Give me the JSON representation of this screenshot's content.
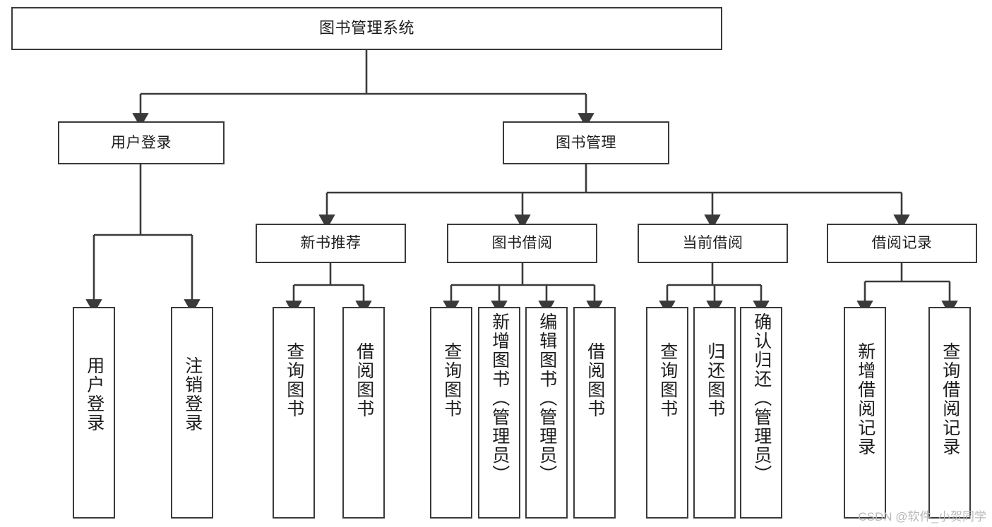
{
  "diagram": {
    "type": "tree",
    "title": "图书管理系统",
    "orientation": "top-down",
    "colors": {
      "background": "#ffffff",
      "box_border": "#3a3a3a",
      "box_fill": "#ffffff",
      "text": "#1c1c1c",
      "connector": "#3a3a3a",
      "watermark": "#b9b9b9"
    },
    "levels": {
      "root": "图书管理系统",
      "level1": [
        "用户登录",
        "图书管理"
      ],
      "level2": [
        "新书推荐",
        "图书借阅",
        "当前借阅",
        "借阅记录"
      ]
    },
    "nodes": {
      "root": {
        "label": "图书管理系统"
      },
      "user_login": {
        "label": "用户登录"
      },
      "book_manage": {
        "label": "图书管理"
      },
      "new_book_rec": {
        "label": "新书推荐"
      },
      "book_borrow": {
        "label": "图书借阅"
      },
      "current_borrow": {
        "label": "当前借阅"
      },
      "borrow_record": {
        "label": "借阅记录"
      },
      "leaf_user_login": {
        "label": "用户登录"
      },
      "leaf_logout": {
        "label": "注销登录"
      },
      "leaf_query_book_a": {
        "label": "查询图书"
      },
      "leaf_borrow_book_a": {
        "label": "借阅图书"
      },
      "leaf_query_book_b": {
        "label": "查询图书"
      },
      "leaf_add_book": {
        "label": "新增图书（管理员）"
      },
      "leaf_edit_book": {
        "label": "编辑图书（管理员）"
      },
      "leaf_borrow_book_b": {
        "label": "借阅图书"
      },
      "leaf_query_book_c": {
        "label": "查询图书"
      },
      "leaf_return_book": {
        "label": "归还图书"
      },
      "leaf_confirm_return": {
        "label": "确认归还（管理员）"
      },
      "leaf_add_record": {
        "label": "新增借阅记录"
      },
      "leaf_query_record": {
        "label": "查询借阅记录"
      }
    },
    "edges": [
      {
        "from": "root",
        "to": "user_login"
      },
      {
        "from": "root",
        "to": "book_manage"
      },
      {
        "from": "user_login",
        "to": "leaf_user_login"
      },
      {
        "from": "user_login",
        "to": "leaf_logout"
      },
      {
        "from": "book_manage",
        "to": "new_book_rec"
      },
      {
        "from": "book_manage",
        "to": "book_borrow"
      },
      {
        "from": "book_manage",
        "to": "current_borrow"
      },
      {
        "from": "book_manage",
        "to": "borrow_record"
      },
      {
        "from": "new_book_rec",
        "to": "leaf_query_book_a"
      },
      {
        "from": "new_book_rec",
        "to": "leaf_borrow_book_a"
      },
      {
        "from": "book_borrow",
        "to": "leaf_query_book_b"
      },
      {
        "from": "book_borrow",
        "to": "leaf_add_book"
      },
      {
        "from": "book_borrow",
        "to": "leaf_edit_book"
      },
      {
        "from": "book_borrow",
        "to": "leaf_borrow_book_b"
      },
      {
        "from": "current_borrow",
        "to": "leaf_query_book_c"
      },
      {
        "from": "current_borrow",
        "to": "leaf_return_book"
      },
      {
        "from": "current_borrow",
        "to": "leaf_confirm_return"
      },
      {
        "from": "borrow_record",
        "to": "leaf_add_record"
      },
      {
        "from": "borrow_record",
        "to": "leaf_query_record"
      }
    ]
  },
  "watermark": {
    "text": "CSDN @软件_小贺同学"
  }
}
